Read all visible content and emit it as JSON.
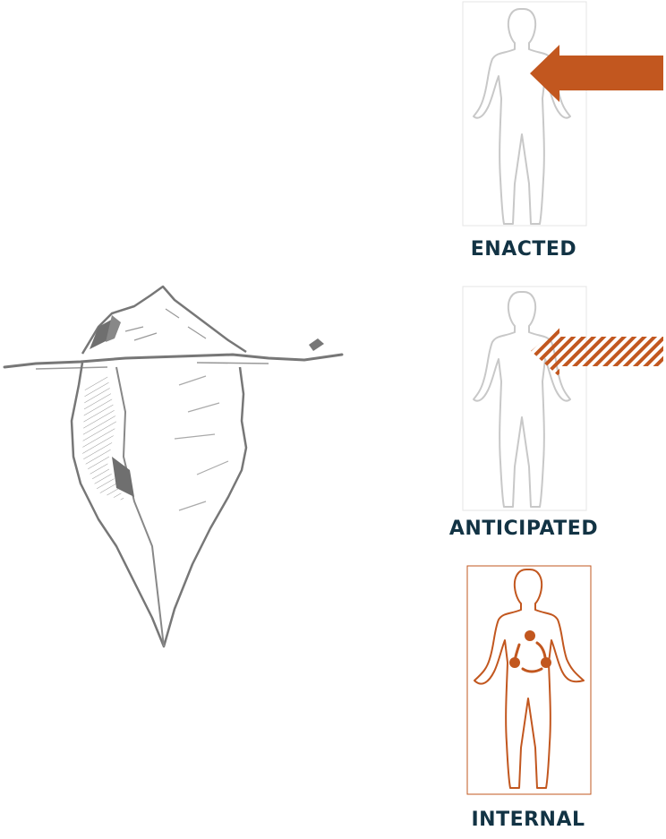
{
  "labels": {
    "enacted": "ENACTED",
    "anticipated": "ANTICIPATED",
    "internal": "INTERNAL"
  },
  "colors": {
    "accent": "#C2571F",
    "label": "#123344",
    "sketch": "#777777",
    "outline": "#cccccc"
  },
  "icons": {
    "iceberg": "iceberg-sketch",
    "enacted_arrow": "solid-arrow-left",
    "anticipated_arrow": "hatched-arrow-left",
    "internal_figure": "body-outline-with-dots"
  }
}
